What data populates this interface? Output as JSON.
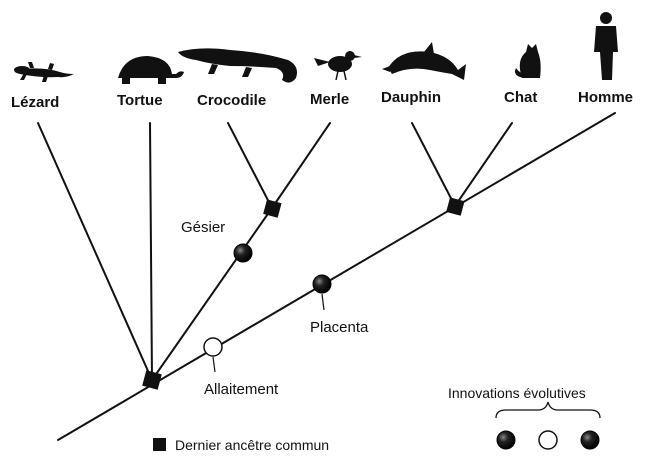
{
  "diagram": {
    "taxa": [
      {
        "label": "Lézard",
        "icon": "lizard-icon"
      },
      {
        "label": "Tortue",
        "icon": "turtle-icon"
      },
      {
        "label": "Crocodile",
        "icon": "crocodile-icon"
      },
      {
        "label": "Merle",
        "icon": "blackbird-icon"
      },
      {
        "label": "Dauphin",
        "icon": "dolphin-icon"
      },
      {
        "label": "Chat",
        "icon": "cat-icon"
      },
      {
        "label": "Homme",
        "icon": "human-icon"
      }
    ],
    "innovations": {
      "gizzard": "Gésier",
      "placenta": "Placenta",
      "lactation": "Allaitement"
    },
    "legend": {
      "common_ancestor": "Dernier ancêtre commun",
      "innovations_title": "Innovations évolutives"
    },
    "colors": {
      "line": "#111111",
      "node": "#111111",
      "innovation_filled": "#111111",
      "innovation_open": "#ffffff"
    }
  }
}
